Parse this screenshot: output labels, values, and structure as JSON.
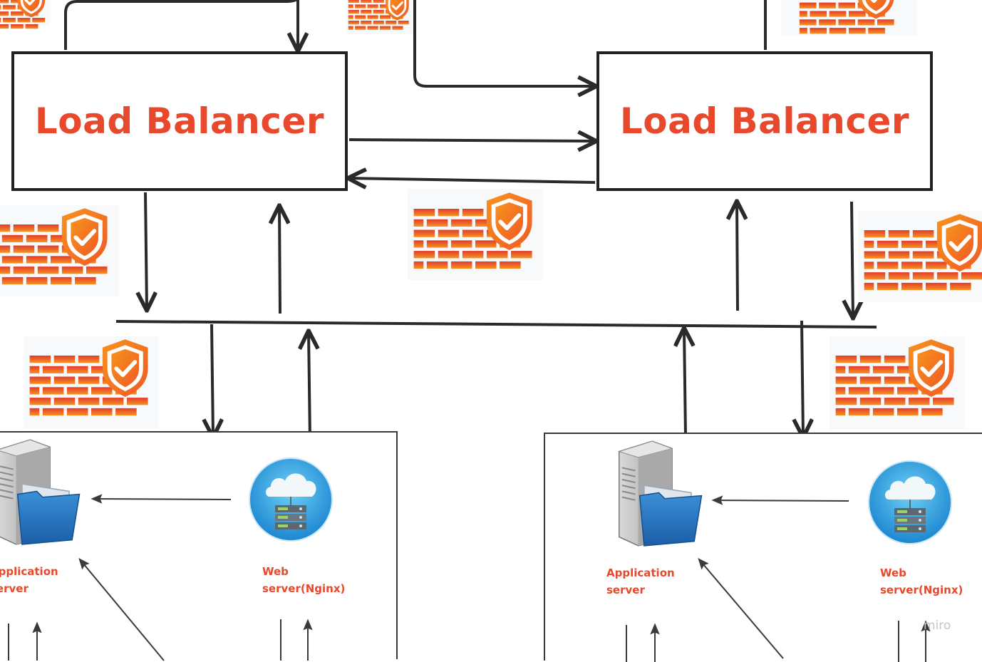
{
  "diagram": {
    "load_balancers": [
      {
        "label": "Load Balancer"
      },
      {
        "label": "Load Balancer"
      }
    ],
    "clusters": [
      {
        "app_server_label_line1": "Application",
        "app_server_label_line2": "server",
        "web_server_label_line1": "Web",
        "web_server_label_line2": "server(Nginx)"
      },
      {
        "app_server_label_line1": "Application",
        "app_server_label_line2": "server",
        "web_server_label_line1": "Web",
        "web_server_label_line2": "server(Nginx)"
      }
    ],
    "icons": {
      "firewall": "firewall-brick-wall-with-shield-check-icon",
      "app_server": "server-tower-with-folder-icon",
      "web_server": "cloud-server-icon"
    },
    "watermark": "miro"
  },
  "colors": {
    "label": "#e8482b",
    "line": "#222222",
    "brick_top": "#e23a2e",
    "brick_bottom": "#f7921e",
    "shield": "#f47b20"
  }
}
